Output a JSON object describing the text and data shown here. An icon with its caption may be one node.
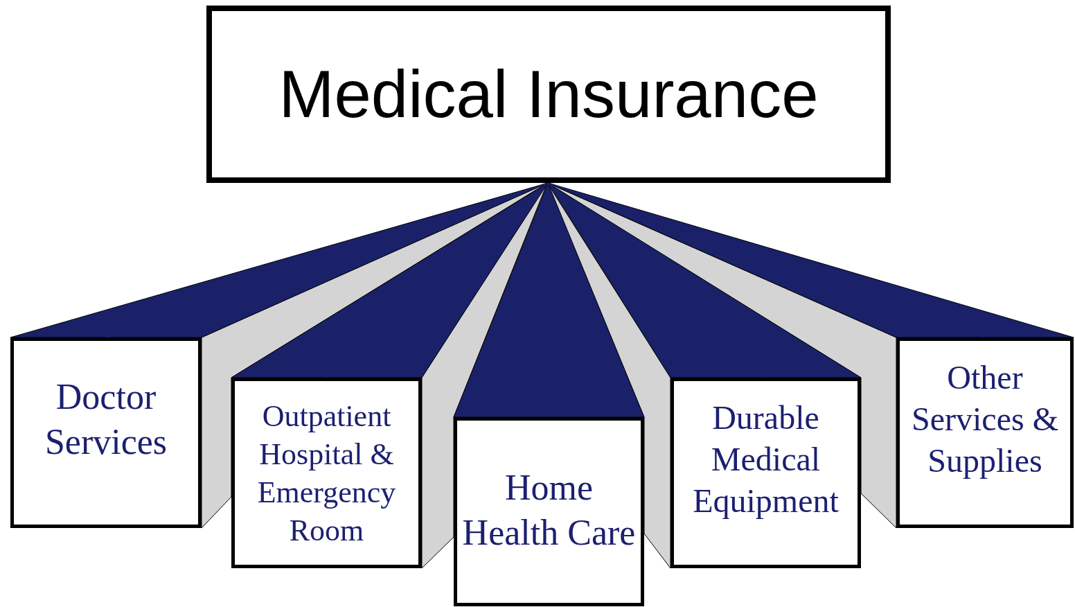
{
  "diagram": {
    "nodes": [
      {
        "text": [
          "Medical Insurance"
        ]
      },
      {
        "text": [
          "Doctor Services"
        ]
      },
      {
        "text": [
          "Outpatient Hospital & Emergency Room"
        ]
      },
      {
        "text": [
          "Home Health Care"
        ]
      },
      {
        "text": [
          "Durable Medical Equipment"
        ]
      },
      {
        "text": [
          "Other Services & Supplies"
        ]
      }
    ],
    "edges": [
      {
        "from": 0,
        "to": 1,
        "arrow": "none"
      },
      {
        "from": 0,
        "to": 2,
        "arrow": "none"
      },
      {
        "from": 0,
        "to": 3,
        "arrow": "none"
      },
      {
        "from": 0,
        "to": 4,
        "arrow": "none"
      },
      {
        "from": 0,
        "to": 5,
        "arrow": "none"
      }
    ]
  }
}
